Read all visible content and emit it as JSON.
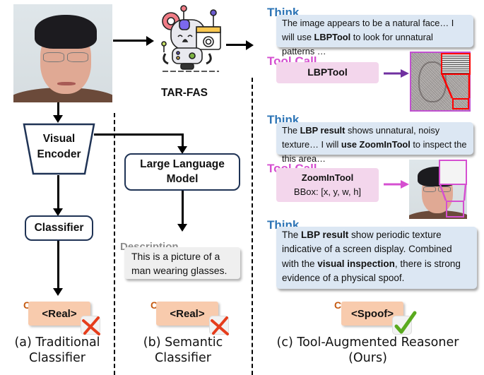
{
  "input_image": {
    "subject": "face photo of a man wearing glasses"
  },
  "tar_fas": {
    "icon": "robot-with-fingerprint-icon",
    "label": "TAR-FAS"
  },
  "panel_a": {
    "encoder_label_line1": "Visual",
    "encoder_label_line2": "Encoder",
    "classifier_label": "Classifier",
    "cls_tag": "CLS",
    "cls_value": "<Real>",
    "result_icon": "cross-icon",
    "caption_line1": "(a) Traditional",
    "caption_line2": "Classifier"
  },
  "panel_b": {
    "llm_label_line1": "Large Language",
    "llm_label_line2": "Model",
    "description_label": "Description",
    "description_text": "This is a picture of a man wearing glasses.",
    "cls_tag": "CLS",
    "cls_value": "<Real>",
    "result_icon": "cross-icon",
    "caption_line1": "(b) Semantic",
    "caption_line2": "Classifier"
  },
  "panel_c": {
    "think1": {
      "label": "Think",
      "parts": [
        {
          "text": "The image appears to be a natural face… I will use ",
          "bold": false
        },
        {
          "text": "LBPTool",
          "bold": true
        },
        {
          "text": " to look for unnatural patterns …",
          "bold": false
        }
      ]
    },
    "tool1": {
      "label": "Tool Call",
      "name": "LBPTool",
      "arrow_color": "#7030a0"
    },
    "think2": {
      "label": "Think",
      "parts": [
        {
          "text": "The ",
          "bold": false
        },
        {
          "text": "LBP result",
          "bold": true
        },
        {
          "text": " shows unnatural, noisy texture… I will ",
          "bold": false
        },
        {
          "text": "use ZoomInTool",
          "bold": true
        },
        {
          "text": " to inspect the this area…",
          "bold": false
        }
      ]
    },
    "tool2": {
      "label": "Tool Call",
      "name": "ZoomInTool",
      "args": "BBox: [x, y, w, h]",
      "arrow_color": "#d54fd0"
    },
    "think3": {
      "label": "Think",
      "parts": [
        {
          "text": "The ",
          "bold": false
        },
        {
          "text": "LBP result",
          "bold": true
        },
        {
          "text": " show periodic texture indicative of a screen display. Combined with the ",
          "bold": false
        },
        {
          "text": "visual inspection",
          "bold": true
        },
        {
          "text": ", there is strong evidence of a physical spoof.",
          "bold": false
        }
      ]
    },
    "cls_tag": "CLS",
    "cls_value": "<Spoof>",
    "result_icon": "checkmark-icon",
    "caption_line1": "(c) Tool-Augmented Reasoner",
    "caption_line2": "(Ours)"
  },
  "colors": {
    "think": "#2e75b6",
    "tool_call": "#d54fd0",
    "cls": "#c55a11",
    "cls_box": "#f8cbad",
    "think_box": "#dce7f3",
    "tool_box": "#f3d6ec",
    "cross": "#e53d1c",
    "check": "#5aaa1e",
    "highlight_red": "#ff0000"
  }
}
